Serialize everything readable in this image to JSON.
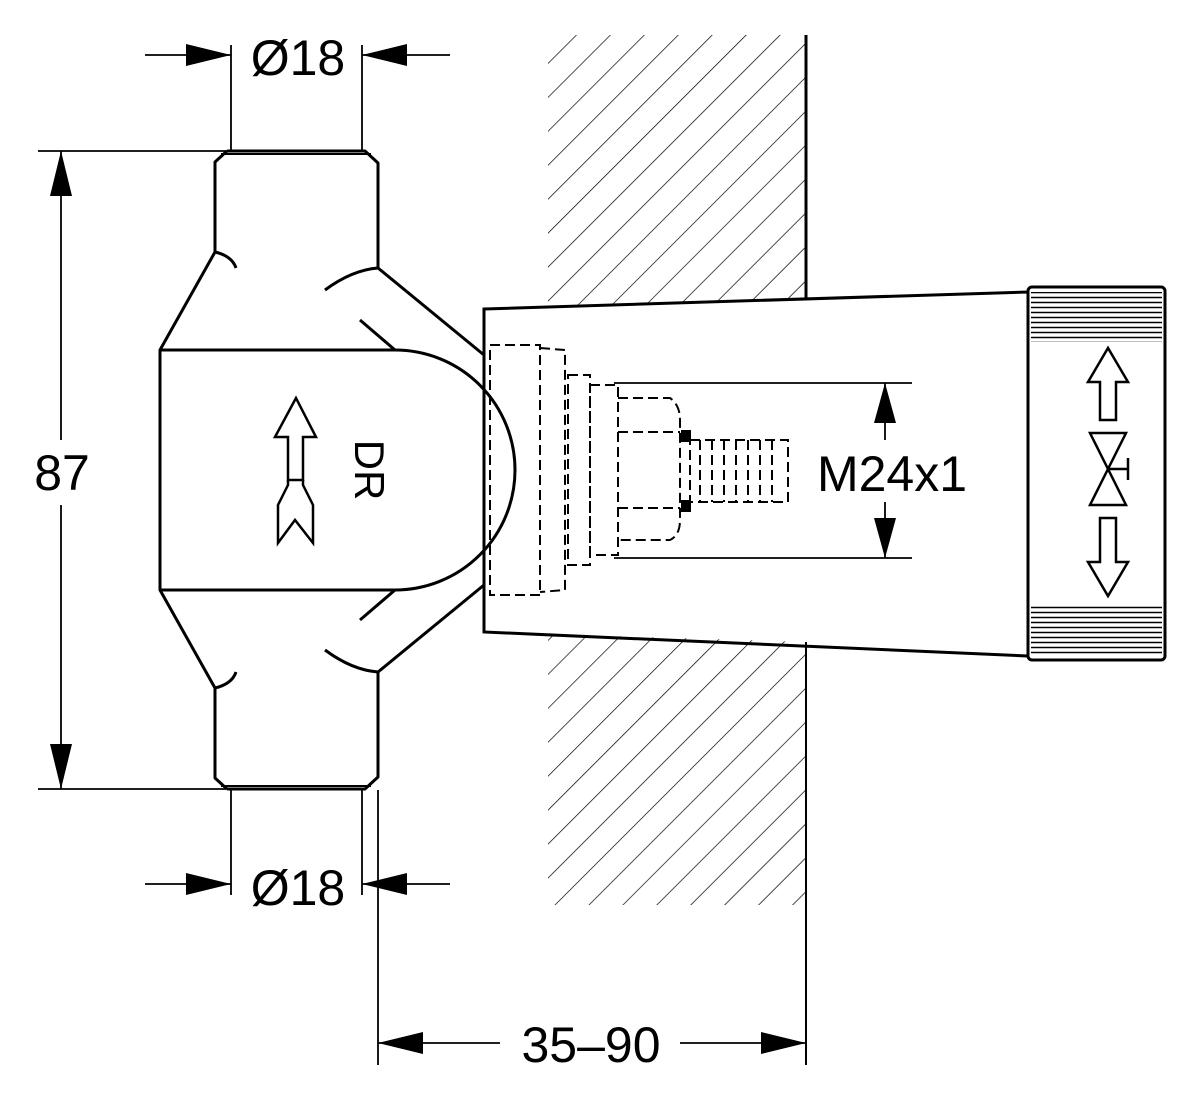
{
  "drawing": {
    "dimensions": {
      "top_diameter": "Ø18",
      "bottom_diameter": "Ø18",
      "height": "87",
      "wall_depth": "35–90",
      "thread": "M24x1"
    },
    "flow_marking": "DR",
    "symbols": [
      "flow-arrow-icon",
      "valve-symbol-icon",
      "double-arrow-icon"
    ],
    "colors": {
      "line": "#000000",
      "background": "#ffffff"
    }
  }
}
